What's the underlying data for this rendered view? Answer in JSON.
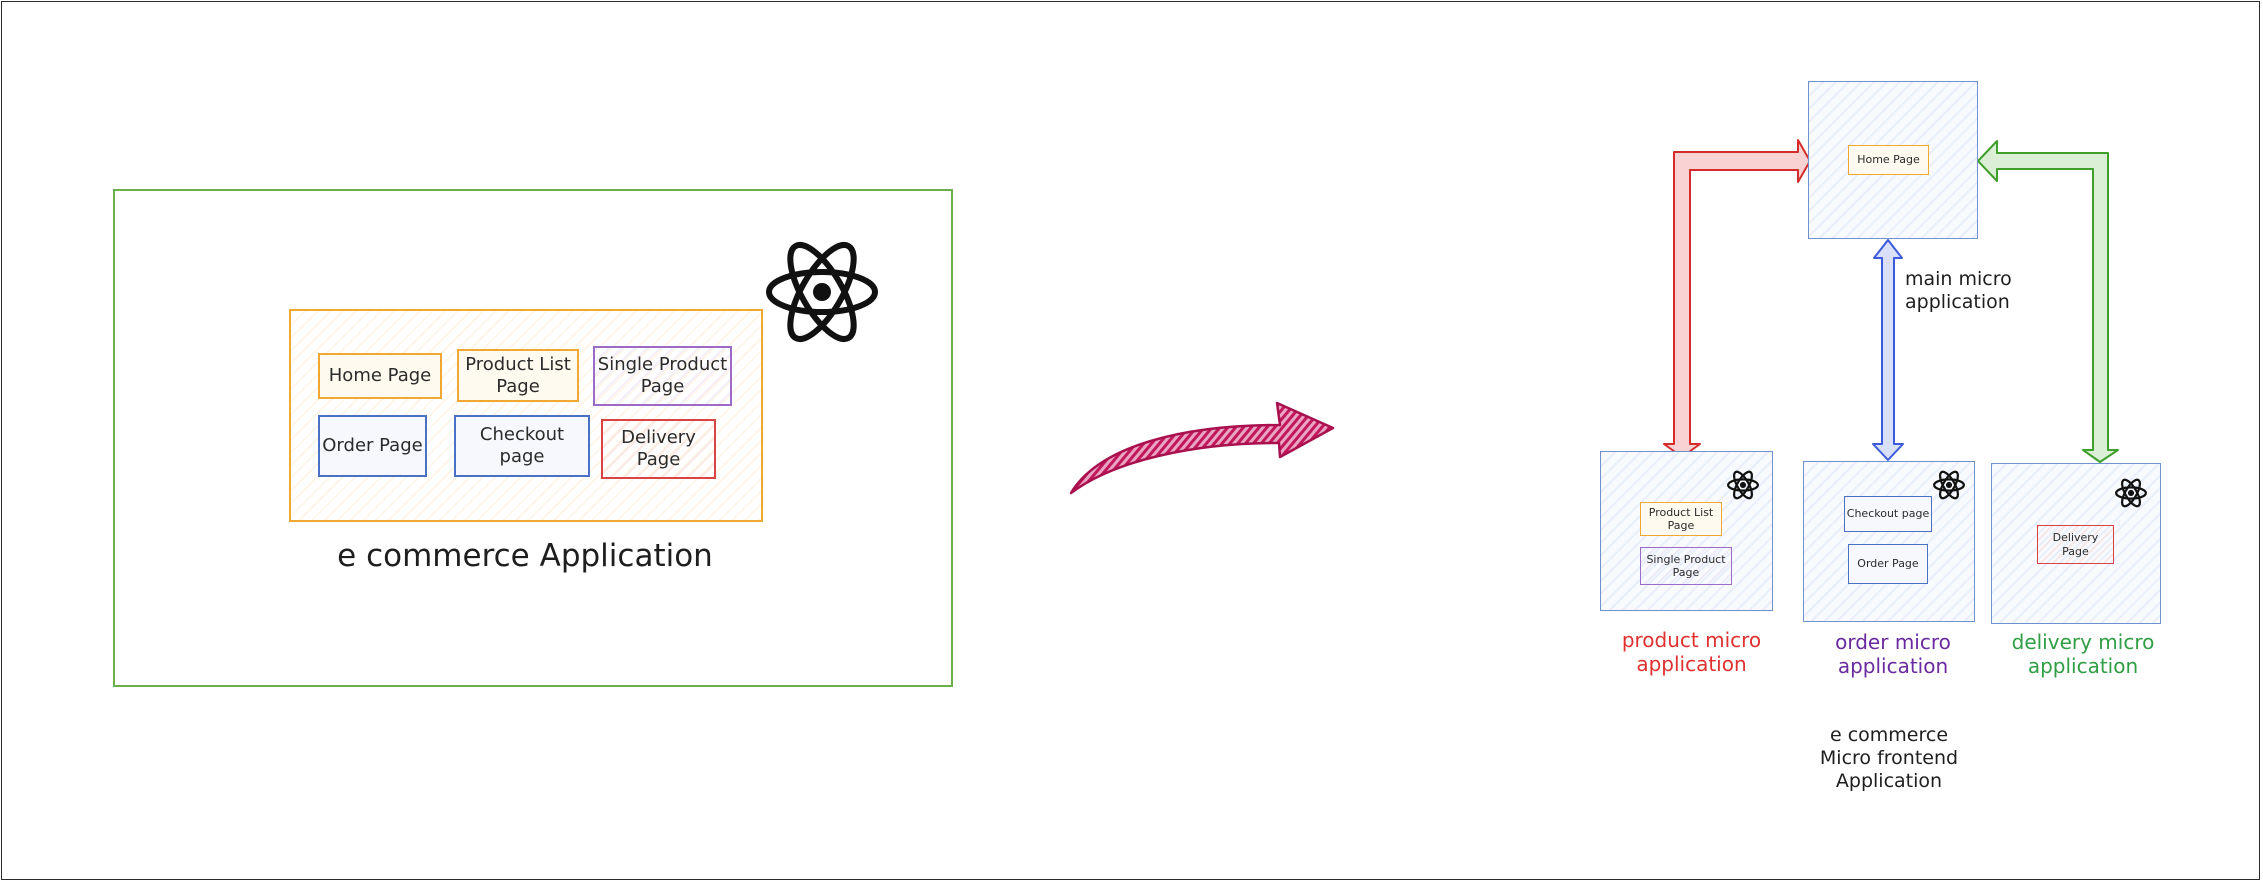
{
  "monolith": {
    "caption": "e commerce Application",
    "pages": {
      "home": "Home Page",
      "product_list": "Product List Page",
      "single_product": "Single Product Page",
      "order": "Order Page",
      "checkout": "Checkout page",
      "delivery": "Delivery Page"
    }
  },
  "micro": {
    "main": {
      "page": "Home Page",
      "label": "main micro\napplication"
    },
    "product": {
      "pages": [
        "Product List Page",
        "Single Product Page"
      ],
      "label": "product micro\napplication"
    },
    "order": {
      "pages": [
        "Checkout page",
        "Order Page"
      ],
      "label": "order micro\napplication"
    },
    "delivery": {
      "pages": [
        "Delivery Page"
      ],
      "label": "delivery micro\napplication"
    },
    "caption": "e commerce\nMicro frontend\nApplication"
  },
  "colors": {
    "green": "#40a02b",
    "orange": "#f0a830",
    "blue": "#4a72c4",
    "red": "#e03131",
    "purple": "#6a2aa0",
    "arrow_magenta": "#c2185b",
    "connector_blue": "#3b5bdb"
  },
  "icons": [
    "react-logo-icon"
  ]
}
